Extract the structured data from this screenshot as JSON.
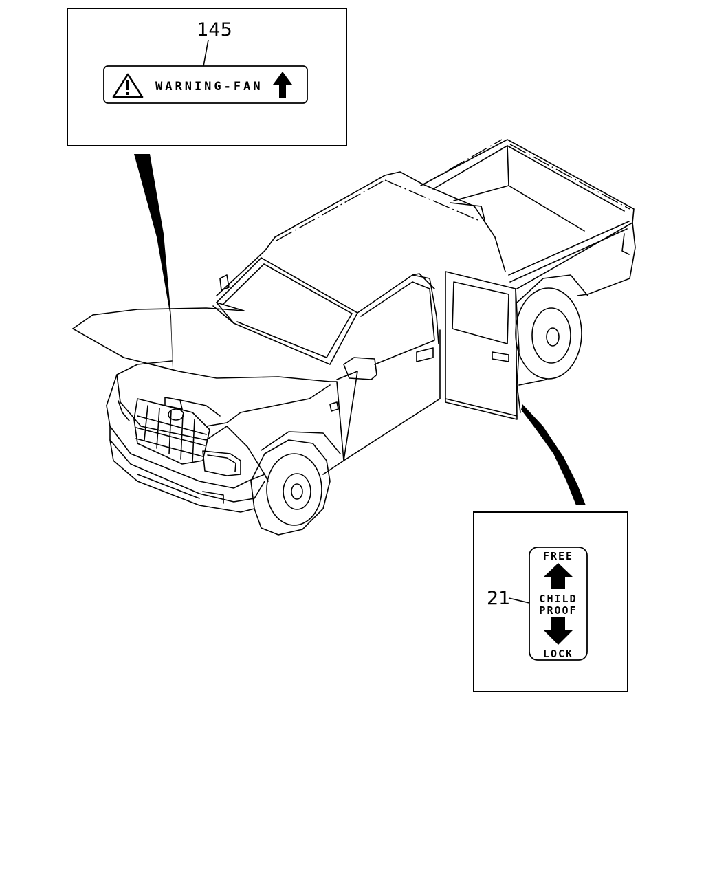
{
  "callouts": [
    {
      "number": "145",
      "label_text": "WARNING-FAN"
    },
    {
      "number": "21",
      "label_top": "FREE",
      "label_mid_1": "CHILD",
      "label_mid_2": "PROOF",
      "label_bottom": "LOCK"
    }
  ],
  "icons": {
    "warning": "warning-triangle-icon",
    "up_arrow": "arrow-up-icon",
    "down_arrow": "arrow-down-icon"
  }
}
